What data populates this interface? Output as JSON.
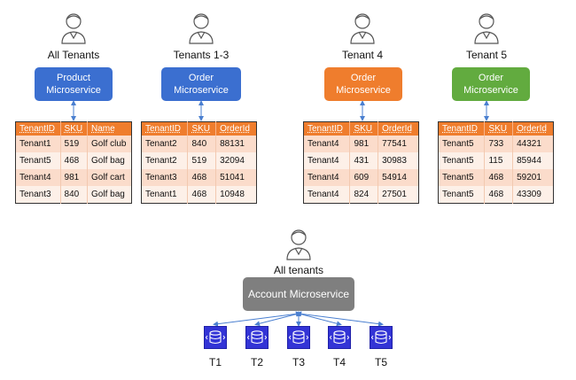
{
  "groups": [
    {
      "label": "All Tenants",
      "service": [
        "Product",
        "Microservice"
      ],
      "color": "#3b6fd0",
      "headers": [
        "TenantID",
        "SKU",
        "Name"
      ],
      "rows": [
        [
          "Tenant1",
          "519",
          "Golf club"
        ],
        [
          "Tenant5",
          "468",
          "Golf bag"
        ],
        [
          "Tenant4",
          "981",
          "Golf cart"
        ],
        [
          "Tenant3",
          "840",
          "Golf bag"
        ]
      ]
    },
    {
      "label": "Tenants 1-3",
      "service": [
        "Order",
        "Microservice"
      ],
      "color": "#3b6fd0",
      "headers": [
        "TenantID",
        "SKU",
        "OrderId"
      ],
      "rows": [
        [
          "Tenant2",
          "840",
          "88131"
        ],
        [
          "Tenant2",
          "519",
          "32094"
        ],
        [
          "Tenant3",
          "468",
          "51041"
        ],
        [
          "Tenant1",
          "468",
          "10948"
        ]
      ]
    },
    {
      "label": "Tenant 4",
      "service": [
        "Order",
        "Microservice"
      ],
      "color": "#ef7d2d",
      "headers": [
        "TenantID",
        "SKU",
        "OrderId"
      ],
      "rows": [
        [
          "Tenant4",
          "981",
          "77541"
        ],
        [
          "Tenant4",
          "431",
          "30983"
        ],
        [
          "Tenant4",
          "609",
          "54914"
        ],
        [
          "Tenant4",
          "824",
          "27501"
        ]
      ]
    },
    {
      "label": "Tenant 5",
      "service": [
        "Order",
        "Microservice"
      ],
      "color": "#62ab3f",
      "headers": [
        "TenantID",
        "SKU",
        "OrderId"
      ],
      "rows": [
        [
          "Tenant5",
          "733",
          "44321"
        ],
        [
          "Tenant5",
          "115",
          "85944"
        ],
        [
          "Tenant5",
          "468",
          "59201"
        ],
        [
          "Tenant5",
          "468",
          "43309"
        ]
      ]
    }
  ],
  "account": {
    "label": "All tenants",
    "service": "Account Microservice",
    "color": "#7f7f7f"
  },
  "databases": [
    "T1",
    "T2",
    "T3",
    "T4",
    "T5"
  ],
  "icons": {
    "user": "user-icon",
    "database": "database-icon"
  }
}
